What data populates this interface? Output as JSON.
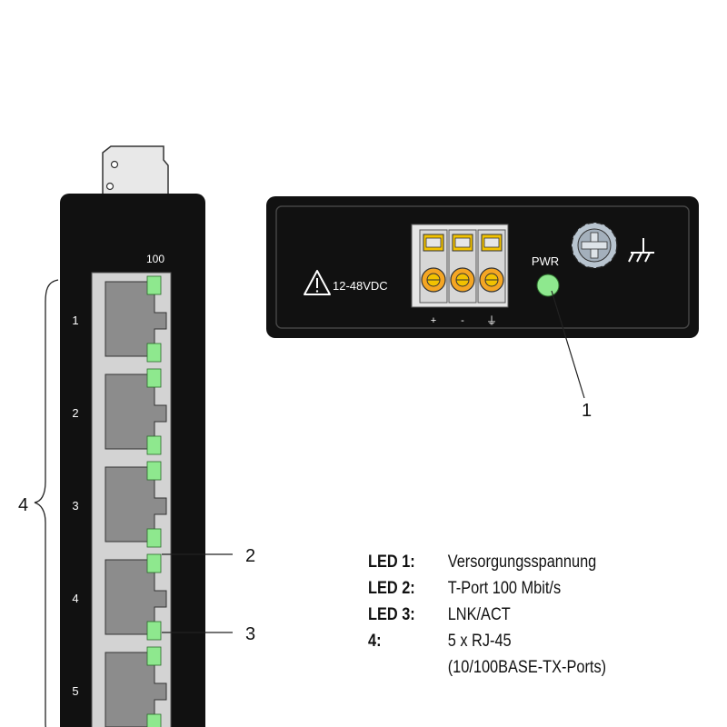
{
  "front_panel": {
    "header_label": "100",
    "port_numbers": [
      "1",
      "2",
      "3",
      "4",
      "5"
    ]
  },
  "power_panel": {
    "voltage_label": "12-48VDC",
    "terminal_labels": [
      "+",
      "-",
      "⏚"
    ],
    "pwr_label": "PWR",
    "ground_symbol": "ground-symbol"
  },
  "callouts": {
    "c1": "1",
    "c2": "2",
    "c3": "3",
    "c4": "4"
  },
  "legend": [
    {
      "key": "LED 1:",
      "value": "Versorgungsspannung"
    },
    {
      "key": "LED 2:",
      "value": "T-Port 100 Mbit/s"
    },
    {
      "key": "LED 3:",
      "value": "LNK/ACT"
    },
    {
      "key": "4:",
      "value": "5 x RJ-45"
    },
    {
      "key": "",
      "value": "(10/100BASE-TX-Ports)"
    }
  ],
  "colors": {
    "housing": "#111111",
    "port_bg": "#d3d3d3",
    "port_socket": "#8c8c8c",
    "led_green": "#8ee88e",
    "terminal_yellow": "#f2c200",
    "terminal_orange": "#f5a623"
  }
}
